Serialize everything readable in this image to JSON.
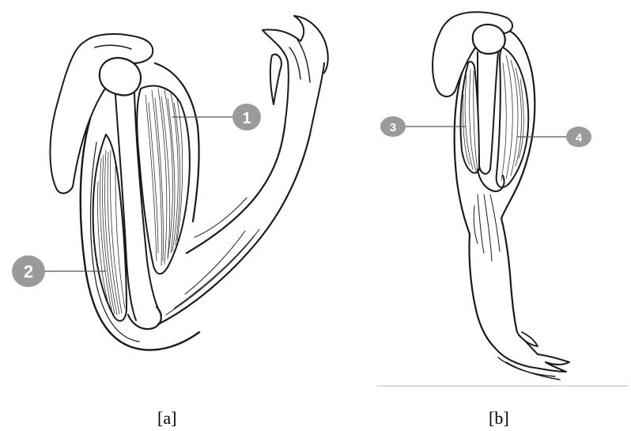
{
  "figures": [
    {
      "caption": "[a]",
      "labels": [
        "1",
        "2"
      ]
    },
    {
      "caption": "[b]",
      "labels": [
        "3",
        "4"
      ]
    }
  ],
  "colors": {
    "ink": "#1a1a1a",
    "label_fill": "#9a9a9a",
    "label_text": "#ffffff",
    "baseline": "#c8c8c8"
  }
}
